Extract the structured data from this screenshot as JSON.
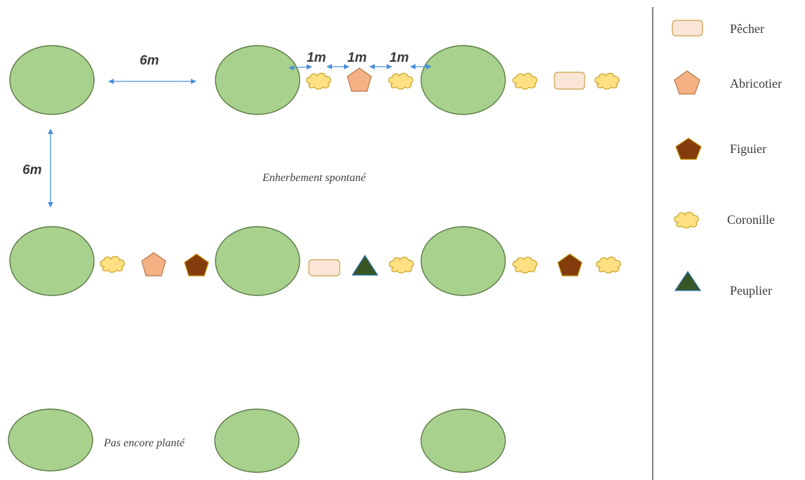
{
  "labels": {
    "dist_6m_horizontal": "6m",
    "dist_6m_vertical": "6m",
    "dist_1m": [
      "1m",
      "1m",
      "1m"
    ],
    "grass_note": "Enherbement spontané",
    "not_planted_note": "Pas encore planté"
  },
  "legend": [
    {
      "label": "Pêcher",
      "icon": "peach-rectangle"
    },
    {
      "label": "Abricotier",
      "icon": "apricot-pentagon"
    },
    {
      "label": "Figuier",
      "icon": "fig-pentagon"
    },
    {
      "label": "Coronille",
      "icon": "coronille-cloud"
    },
    {
      "label": "Peuplier",
      "icon": "poplar-triangle"
    }
  ],
  "colors": {
    "tree": "#a9d18e",
    "peach": "#fbe5d6",
    "apricot": "#f4b183",
    "fig": "#843c0c",
    "coronille": "#ffe082",
    "poplar": "#375623",
    "arrow": "#4a90d9"
  },
  "rows": [
    {
      "row": 1,
      "sequence": [
        "tree",
        "gap-6m",
        "tree",
        "coronille",
        "apricot",
        "coronille",
        "tree",
        "coronille",
        "peach",
        "coronille"
      ]
    },
    {
      "row": 2,
      "sequence": [
        "tree",
        "coronille",
        "apricot",
        "fig",
        "tree",
        "peach",
        "poplar",
        "coronille",
        "tree",
        "coronille",
        "fig",
        "coronille"
      ]
    },
    {
      "row": 3,
      "sequence": [
        "tree",
        "tree",
        "tree"
      ]
    }
  ]
}
